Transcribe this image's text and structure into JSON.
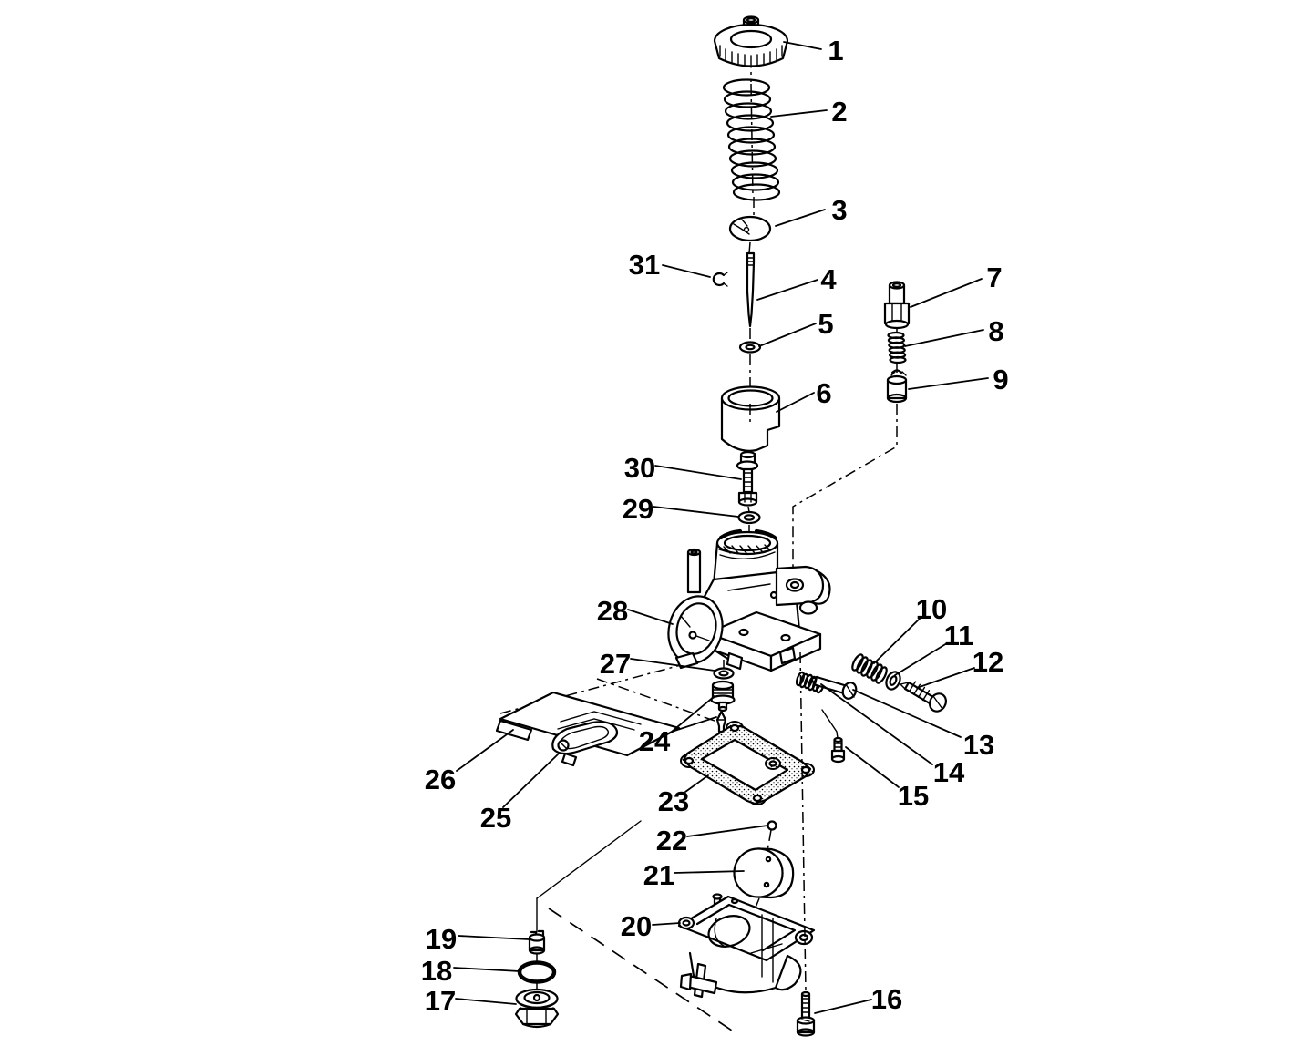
{
  "diagram": {
    "type": "exploded-parts-diagram",
    "subject": "carburetor",
    "background_color": "#ffffff",
    "line_color": "#000000",
    "callouts": [
      {
        "label": "1",
        "part": "cap"
      },
      {
        "label": "2",
        "part": "spring"
      },
      {
        "label": "3",
        "part": "retainer-plate"
      },
      {
        "label": "4",
        "part": "jet-needle"
      },
      {
        "label": "5",
        "part": "washer"
      },
      {
        "label": "6",
        "part": "throttle-slide"
      },
      {
        "label": "7",
        "part": "jet"
      },
      {
        "label": "8",
        "part": "small-spring"
      },
      {
        "label": "9",
        "part": "plunger-cap"
      },
      {
        "label": "10",
        "part": "spring"
      },
      {
        "label": "11",
        "part": "washer"
      },
      {
        "label": "12",
        "part": "air-screw"
      },
      {
        "label": "13",
        "part": "pilot-screw"
      },
      {
        "label": "14",
        "part": "pilot-spring"
      },
      {
        "label": "15",
        "part": "screw"
      },
      {
        "label": "16",
        "part": "bowl-screw"
      },
      {
        "label": "17",
        "part": "drain-plug"
      },
      {
        "label": "18",
        "part": "o-ring"
      },
      {
        "label": "19",
        "part": "nut"
      },
      {
        "label": "20",
        "part": "float-bowl"
      },
      {
        "label": "21",
        "part": "float"
      },
      {
        "label": "22",
        "part": "ball"
      },
      {
        "label": "23",
        "part": "bowl-gasket"
      },
      {
        "label": "24",
        "part": "needle-valve"
      },
      {
        "label": "25",
        "part": "cable-bracket"
      },
      {
        "label": "26",
        "part": "mounting-plate"
      },
      {
        "label": "27",
        "part": "washer"
      },
      {
        "label": "28",
        "part": "carburetor-body"
      },
      {
        "label": "29",
        "part": "washer"
      },
      {
        "label": "30",
        "part": "screw"
      },
      {
        "label": "31",
        "part": "clip"
      }
    ]
  }
}
